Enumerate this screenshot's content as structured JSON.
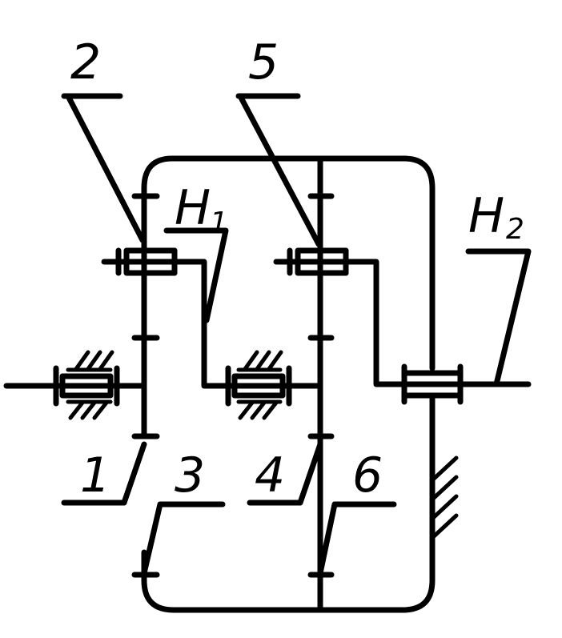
{
  "labels": {
    "l1": "1",
    "l2": "2",
    "l3": "3",
    "l4": "4",
    "l5": "5",
    "l6": "6",
    "h1_main": "H",
    "h1_sub": "1",
    "h2_main": "H",
    "h2_sub": "2"
  },
  "colors": {
    "stroke": "#000000",
    "background": "#ffffff"
  }
}
